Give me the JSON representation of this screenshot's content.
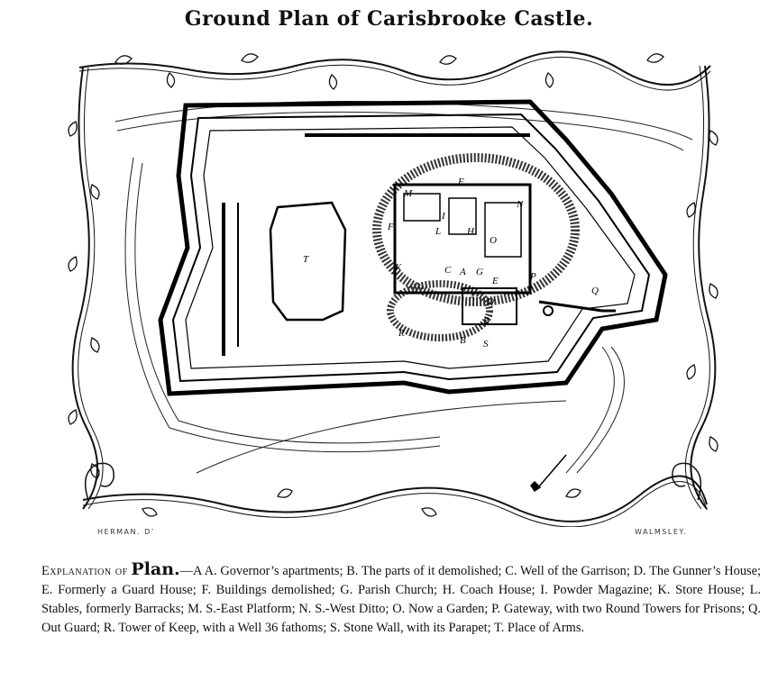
{
  "title": "Ground Plan of Carisbrooke Castle.",
  "credits": {
    "left": "HERMAN. D’",
    "right": "WALMSLEY."
  },
  "plan_labels": [
    "M",
    "F",
    "N",
    "I",
    "H",
    "L",
    "O",
    "F",
    "K",
    "C",
    "A",
    "G",
    "E",
    "P",
    "A",
    "D",
    "T",
    "R",
    "B",
    "B",
    "S",
    "Q"
  ],
  "explanation": {
    "lead": "Explanation of",
    "plan_word": "Plan.",
    "text": "—A A. Governor’s apartments; B. The parts of it demolished; C. Well of the Garrison; D. The Gunner’s House; E. Formerly a Guard House; F. Buildings demolished; G. Parish Church; H. Coach House; I. Powder Magazine; K. Store House; L. Stables, formerly Barracks; M. S.-East Platform; N. S.-West Ditto; O. Now a Garden; P. Gateway, with two Round Towers for Prisons; Q. Out Guard; R. Tower of Keep, with a Well 36 fathoms; S. Stone Wall, with its Parapet; T. Place of Arms."
  }
}
